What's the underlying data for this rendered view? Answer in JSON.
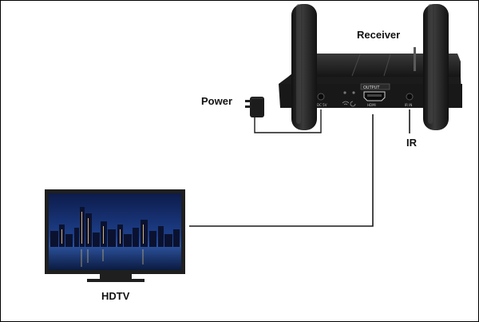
{
  "labels": {
    "receiver": "Receiver",
    "power": "Power",
    "ir": "IR",
    "hdtv": "HDTV"
  },
  "device_panel": {
    "output": "OUTPUT",
    "hdmi": "HDMI",
    "dc": "DC 5V",
    "ir_in": "IR IN"
  },
  "colors": {
    "background": "#ffffff",
    "device_body": "#1b1b1b",
    "antenna": "#202020",
    "cable": "#1a1a1a",
    "tv_bezel": "#1f1f1f",
    "screen_sky": "#1d3f8a"
  },
  "icons": [
    "power-adapter-icon",
    "wifi-icon",
    "hdmi-port-icon"
  ]
}
